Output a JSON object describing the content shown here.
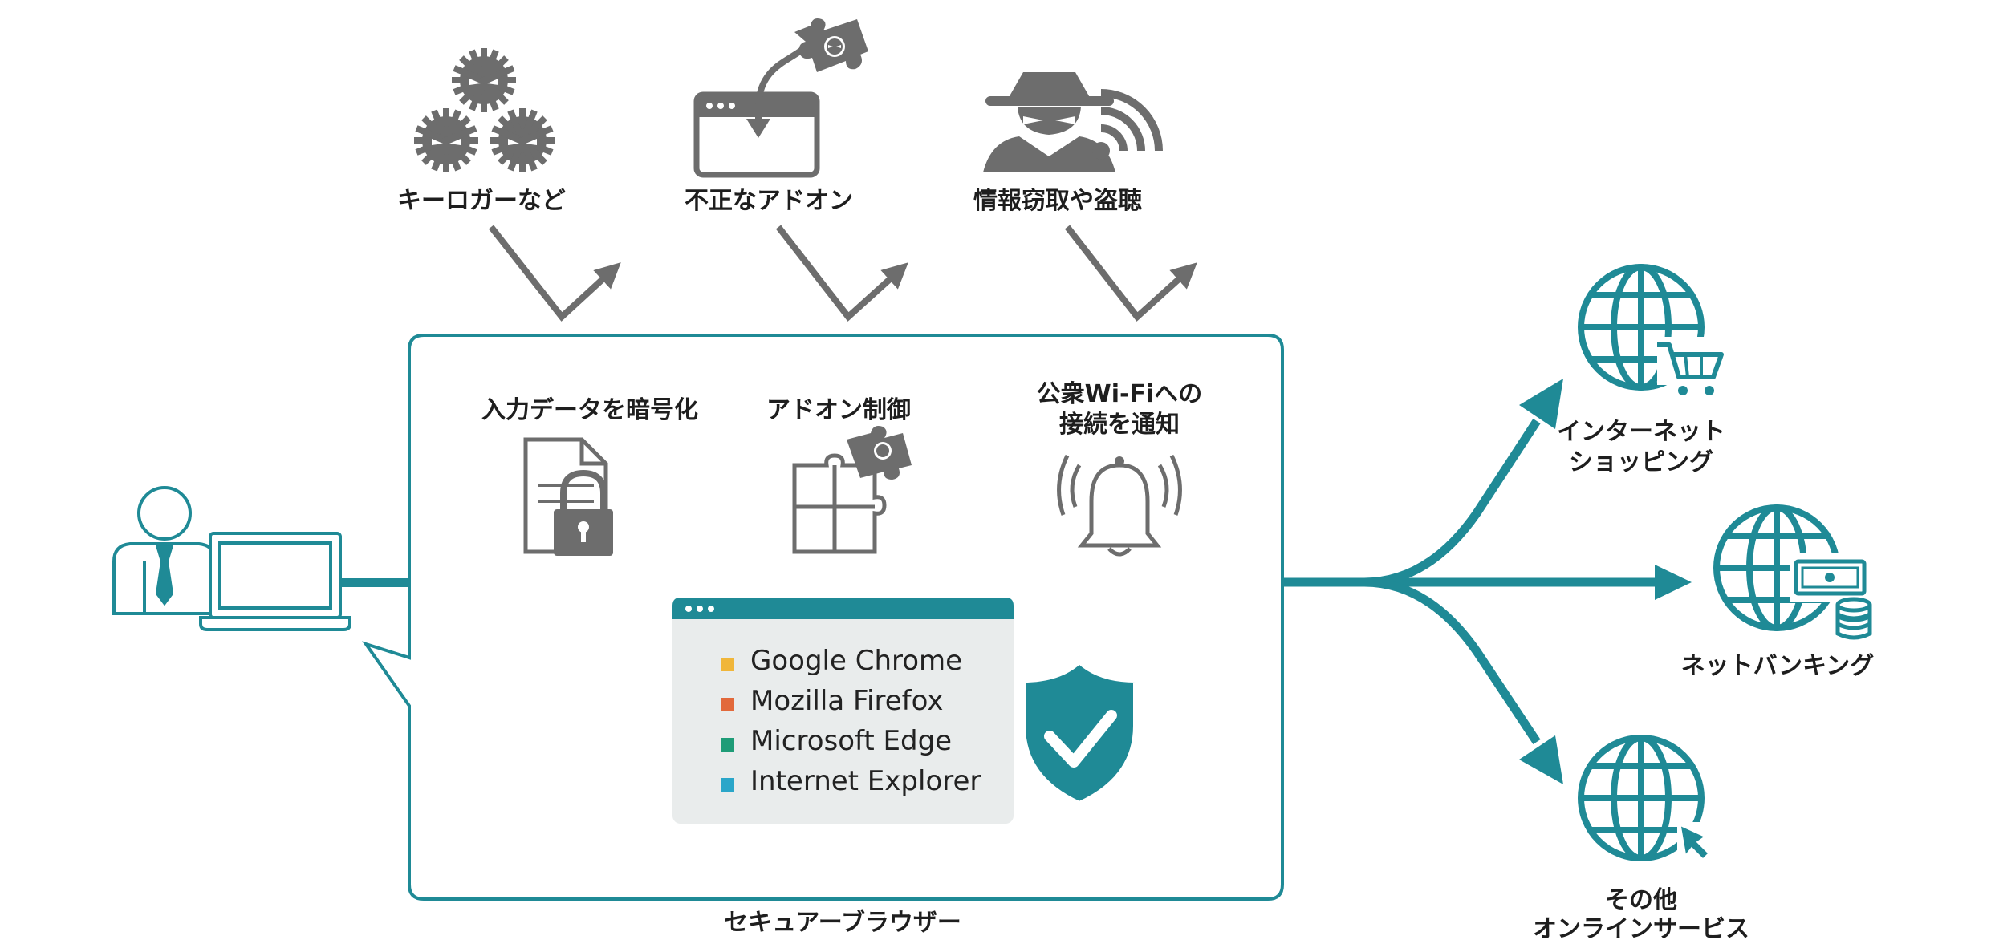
{
  "threats": [
    {
      "label": "キーロガーなど",
      "icon": "virus-icon"
    },
    {
      "label": "不正なアドオン",
      "icon": "malicious-addon-icon"
    },
    {
      "label": "情報窃取や盗聴",
      "icon": "spy-wifi-icon"
    }
  ],
  "features": [
    {
      "label": "入力データを暗号化",
      "icon": "locked-file-icon"
    },
    {
      "label": "アドオン制御",
      "icon": "puzzle-icon"
    },
    {
      "label_line1": "公衆Wi-Fiへの",
      "label_line2": "接続を通知",
      "icon": "bell-icon"
    }
  ],
  "browsers": [
    {
      "name": "Google Chrome",
      "color": "#f0b63a"
    },
    {
      "name": "Mozilla Firefox",
      "color": "#e2693b"
    },
    {
      "name": "Microsoft Edge",
      "color": "#1e9c77"
    },
    {
      "name": "Internet Explorer",
      "color": "#2aa6c9"
    }
  ],
  "box_caption": "セキュアーブラウザー",
  "services": [
    {
      "line1": "インターネット",
      "line2": "ショッピング",
      "icon": "globe-cart-icon"
    },
    {
      "line1": "ネットバンキング",
      "line2": "",
      "icon": "globe-money-icon"
    },
    {
      "line1": "その他",
      "line2": "オンラインサービス",
      "icon": "globe-cursor-icon"
    }
  ],
  "colors": {
    "teal": "#1f8a96",
    "gray": "#6d6d6d",
    "panel": "#e9ecec"
  }
}
